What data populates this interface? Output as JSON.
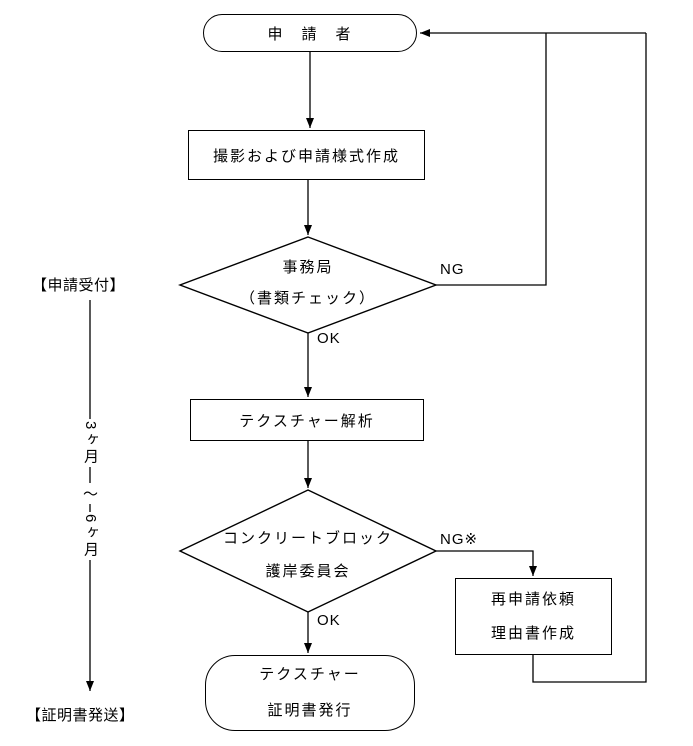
{
  "nodes": {
    "start": {
      "label": "申　請　者"
    },
    "create_form": {
      "label": "撮影および申請様式作成"
    },
    "office_check": {
      "line1": "事務局",
      "line2": "（書類チェック）"
    },
    "texture_analysis": {
      "label": "テクスチャー解析"
    },
    "committee": {
      "line1": "コンクリートブロック",
      "line2": "護岸委員会"
    },
    "reapplication": {
      "line1": "再申請依頼",
      "line2": "理由書作成"
    },
    "issue": {
      "line1": "テクスチャー",
      "line2": "証明書発行"
    }
  },
  "edge_labels": {
    "office_check_ng": "NG",
    "office_check_ok": "OK",
    "committee_ng": "NG※",
    "committee_ok": "OK"
  },
  "side_labels": {
    "reception": "【申請受付】",
    "duration_start": "3ヶ月",
    "duration_tilde": "～",
    "duration_end": "6ヶ月",
    "dispatch": "【証明書発送】"
  },
  "colors": {
    "line": "#000000",
    "background": "#ffffff"
  }
}
